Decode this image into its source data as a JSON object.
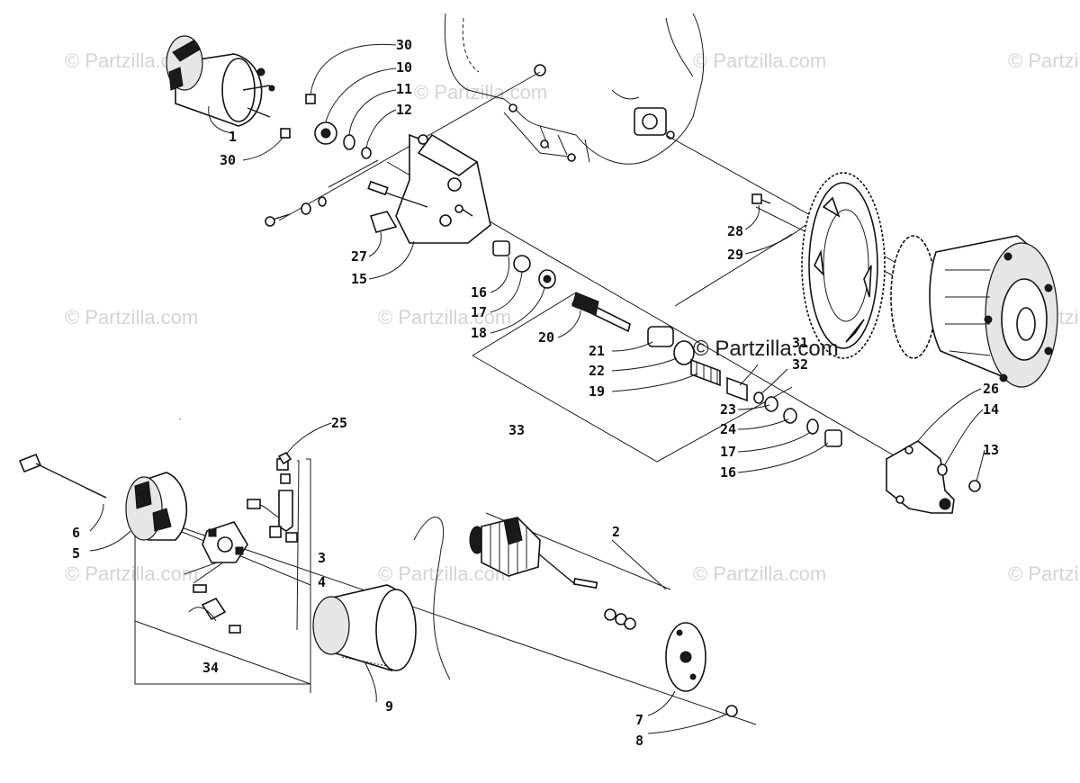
{
  "watermark": {
    "text": "© Partzilla.com",
    "main_text": "© Partzilla.com"
  },
  "callouts": [
    "1",
    "2",
    "3",
    "4",
    "5",
    "6",
    "7",
    "8",
    "9",
    "10",
    "11",
    "12",
    "13",
    "14",
    "15",
    "16",
    "16",
    "17",
    "17",
    "18",
    "19",
    "20",
    "21",
    "22",
    "23",
    "24",
    "25",
    "26",
    "27",
    "28",
    "29",
    "30",
    "30",
    "31",
    "32",
    "33",
    "34"
  ],
  "colors": {
    "ink": "#111111",
    "watermark": "#d4d4d4",
    "background": "#ffffff"
  }
}
